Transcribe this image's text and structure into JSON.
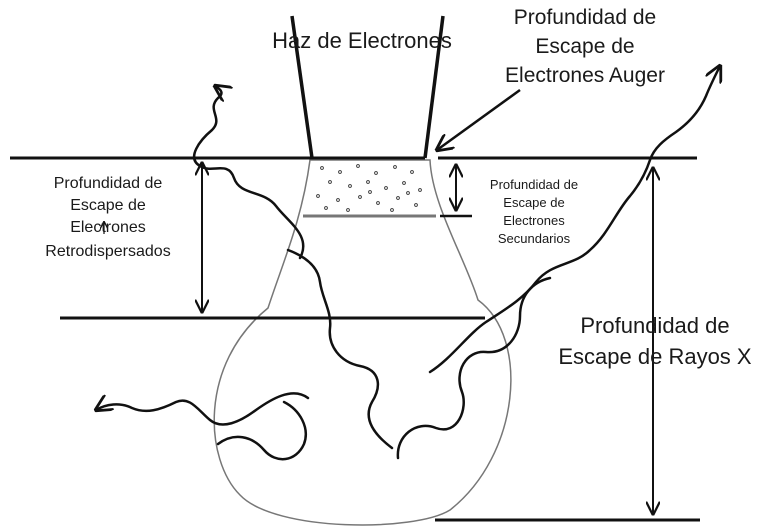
{
  "labels": {
    "beam": "Haz de Electrones",
    "auger": [
      "Profundidad de",
      "Escape de",
      "Electrones Auger"
    ],
    "backscattered": [
      "Profundidad de",
      "Escape de",
      "Electrones",
      "Retrodispersados"
    ],
    "secondary": [
      "Profundidad de",
      "Escape de",
      "Electrones",
      "Secundarios"
    ],
    "xray": [
      "Profundidad de",
      "Escape de Rayos X"
    ]
  },
  "colors": {
    "ink": "#111111",
    "bulb_outline": "#777777",
    "background": "#ffffff"
  }
}
